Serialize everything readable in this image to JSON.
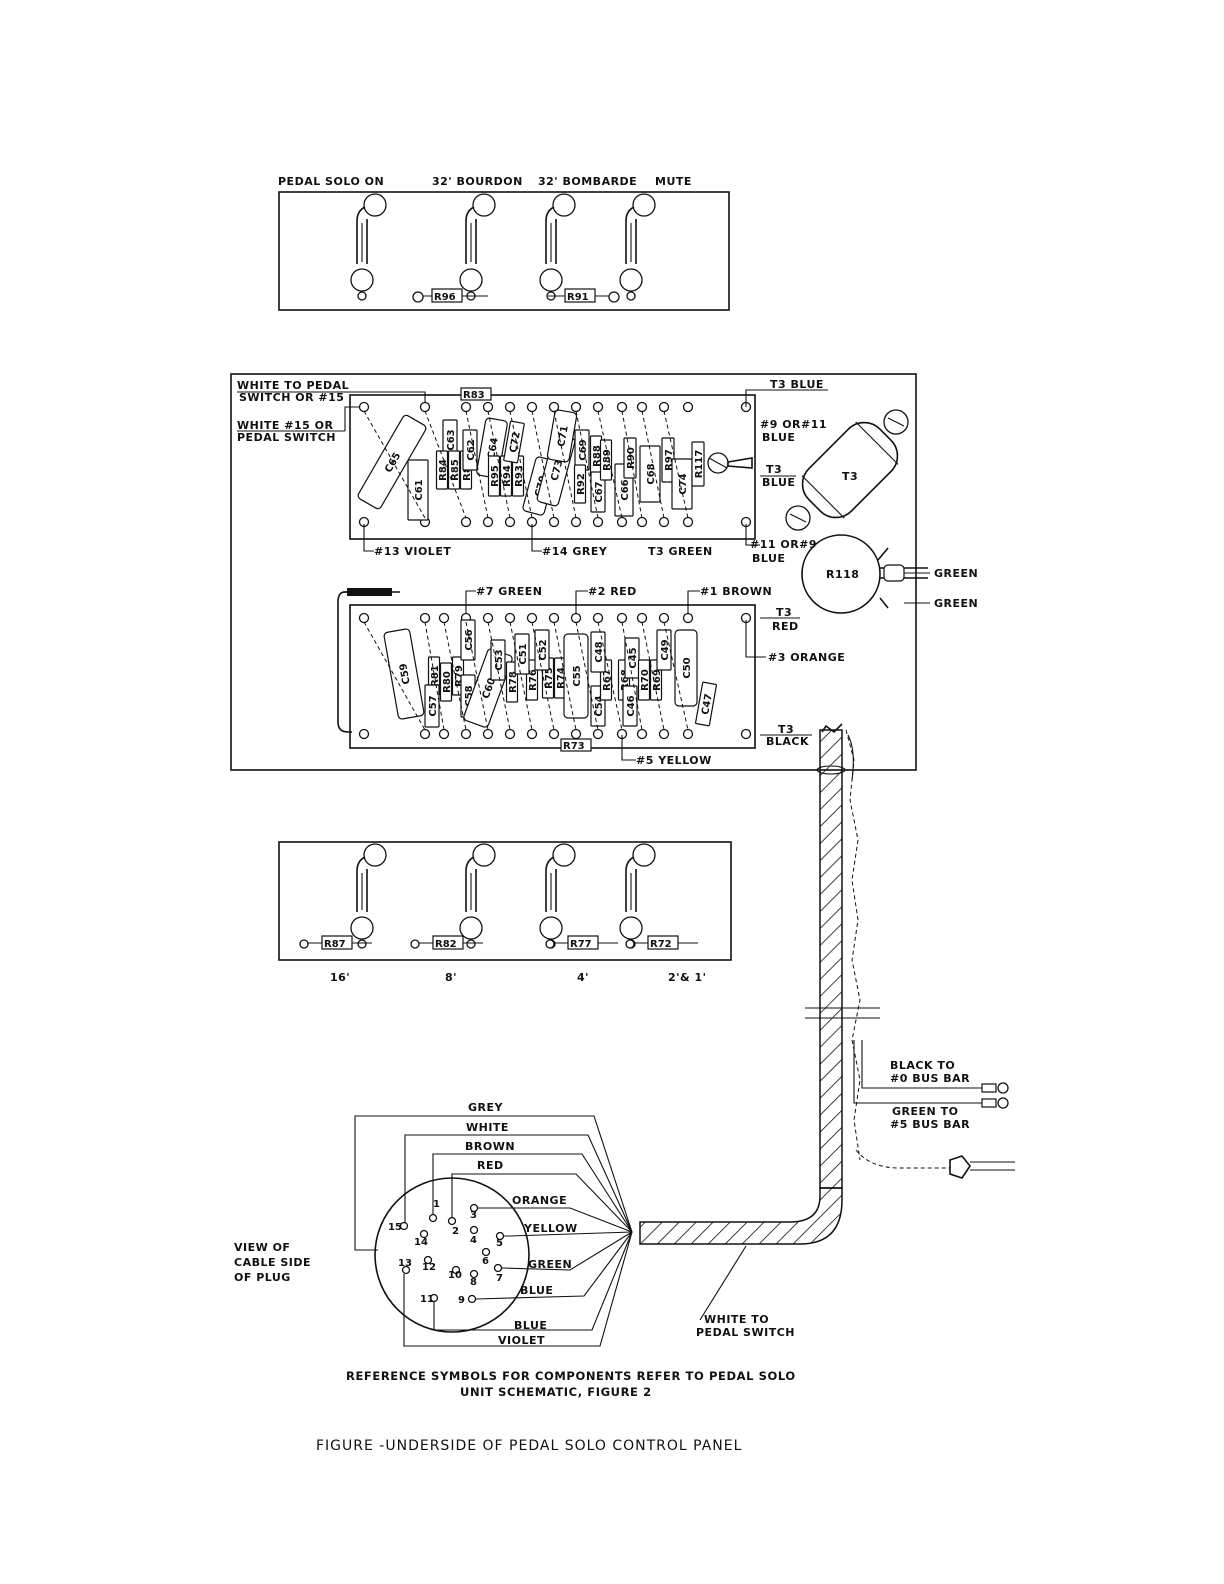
{
  "top_panel": {
    "labels": [
      "PEDAL SOLO ON",
      "32' BOURDON",
      "32' BOMBARDE",
      "MUTE"
    ],
    "resistors": [
      "R96",
      "R91"
    ]
  },
  "board_panel": {
    "left_labels": {
      "white_to_pedal": "WHITE  TO PEDAL",
      "switch_or": "SWITCH OR #15",
      "white_15": "WHITE #15 OR",
      "pedal_switch": "PEDAL SWITCH"
    },
    "upper_board_components": [
      "C65",
      "C61",
      "C63",
      "R84",
      "R85",
      "R86",
      "C62",
      "C64",
      "R95",
      "R94",
      "R93",
      "C72",
      "C70",
      "C73",
      "C71",
      "C69",
      "R92",
      "R88",
      "C67",
      "R89",
      "C66",
      "R90",
      "C68",
      "R97",
      "C74",
      "R117",
      "R83"
    ],
    "upper_bottom_labels": [
      "#13 VIOLET",
      "#14 GREY",
      "T3 GREEN"
    ],
    "right_labels": {
      "t3_blue": "T3 BLUE",
      "nine_or_11": "#9 OR#11",
      "blue_1": "BLUE",
      "t3": "T3",
      "blue_2": "BLUE",
      "eleven_or_9": "#11 OR#9",
      "blue_3": "BLUE",
      "transformer": "T3",
      "pot": "R118",
      "green_1": "GREEN",
      "green_2": "GREEN"
    },
    "lower_top_labels": [
      "#7 GREEN",
      "#2 RED",
      "#1 BROWN"
    ],
    "lower_right_labels": [
      "T3",
      "RED",
      "#3 ORANGE",
      "T3",
      "BLACK"
    ],
    "lower_bottom_label": "#5 YELLOW",
    "lower_board_components": [
      "C59",
      "R81",
      "C57",
      "R80",
      "R79",
      "C58",
      "C56",
      "C60",
      "R78",
      "C53",
      "R76",
      "C51",
      "R75",
      "R74",
      "C52",
      "C55",
      "C54",
      "R67",
      "C48",
      "R68",
      "C45",
      "R70",
      "C46",
      "R69",
      "C49",
      "C50",
      "C47",
      "R73"
    ]
  },
  "bottom_panel": {
    "resistors": [
      "R87",
      "R82",
      "R77",
      "R72"
    ],
    "footage_labels": [
      "16'",
      "8'",
      "4'",
      "2'& 1'"
    ]
  },
  "cable": {
    "black_label": [
      "BLACK TO",
      "#0 BUS BAR"
    ],
    "green_label": [
      "GREEN  TO",
      "#5 BUS BAR"
    ],
    "white_label": [
      "WHITE TO",
      "PEDAL SWITCH"
    ]
  },
  "plug": {
    "view_label": [
      "VIEW OF",
      "CABLE SIDE",
      "OF PLUG"
    ],
    "pins": [
      "1",
      "2",
      "3",
      "4",
      "5",
      "6",
      "7",
      "8",
      "9",
      "10",
      "11",
      "12",
      "13",
      "14",
      "15"
    ],
    "wire_labels": [
      "GREY",
      "WHITE",
      "BROWN",
      "RED",
      "ORANGE",
      "YELLOW",
      "GREEN",
      "BLUE",
      "BLUE",
      "VIOLET"
    ]
  },
  "footer": {
    "reference_note_1": "REFERENCE SYMBOLS FOR COMPONENTS REFER TO PEDAL SOLO",
    "reference_note_2": "UNIT  SCHEMATIC, FIGURE 2",
    "figure_title": "FIGURE   -UNDERSIDE OF PEDAL SOLO CONTROL PANEL"
  }
}
